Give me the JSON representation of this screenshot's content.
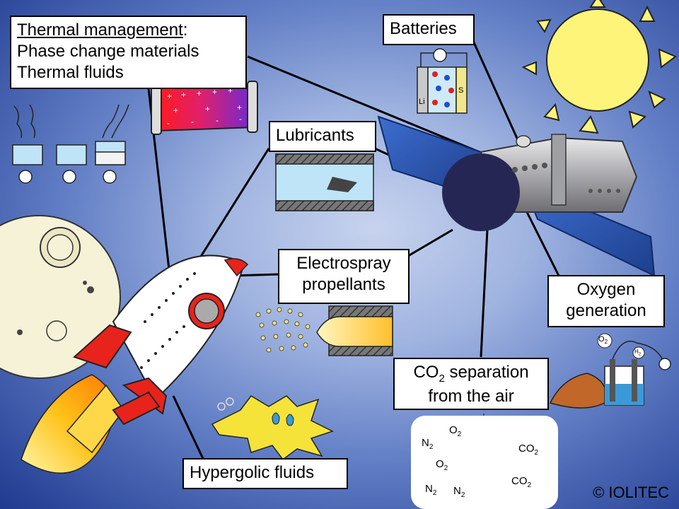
{
  "labels": {
    "thermal_title": "Thermal management",
    "thermal_colon": ":",
    "thermal_line2": "Phase change materials",
    "thermal_line3": "Thermal fluids",
    "batteries": "Batteries",
    "lubricants": "Lubricants",
    "electrospray_line1": "Electrospray",
    "electrospray_line2": "propellants",
    "oxygen_line1": "Oxygen",
    "oxygen_line2": "generation",
    "co2_prefix": "CO",
    "co2_sub": "2",
    "co2_rest": " separation",
    "co2_line2": "from the air",
    "hypergolic": "Hypergolic fluids"
  },
  "battery": {
    "anode": "Li",
    "cathode": "S"
  },
  "oxygen_bubbles": {
    "o2": "O",
    "o2_sub": "2",
    "h2": "H",
    "h2_sub": "2"
  },
  "separation_gases": [
    {
      "id": "n2-a",
      "base": "N",
      "sub": "2"
    },
    {
      "id": "o2-a",
      "base": "O",
      "sub": "2"
    },
    {
      "id": "o2-b",
      "base": "O",
      "sub": "2"
    },
    {
      "id": "n2-b",
      "base": "N",
      "sub": "2"
    },
    {
      "id": "n2-c",
      "base": "N",
      "sub": "2"
    },
    {
      "id": "co2-a",
      "base": "CO",
      "sub": "2"
    },
    {
      "id": "co2-b",
      "base": "CO",
      "sub": "2"
    }
  ],
  "copyright": "© IOLITEC",
  "colors": {
    "background_center": "#c7d3ee",
    "background_edge": "#1f3a8f",
    "sun": "#fff47a",
    "rocket_red": "#e8231c",
    "panel_blue": "#2f5fb8"
  }
}
